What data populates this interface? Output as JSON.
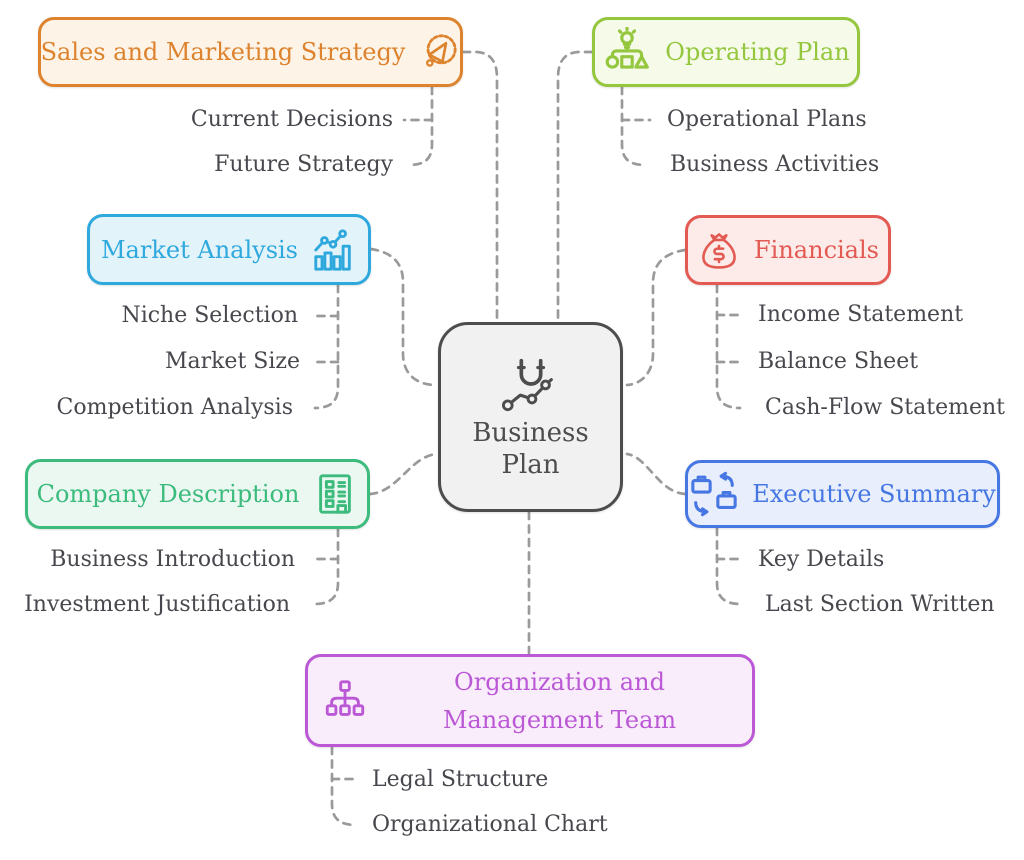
{
  "diagram": {
    "connector_color": "#9a9a9a",
    "leaf_text_color": "#47474d",
    "center": {
      "label_line1": "Business",
      "label_line2": "Plan",
      "icon": "magnet-trend-icon",
      "color": "#4d4d4d",
      "bg": "#f1f1f1"
    },
    "branches": [
      {
        "label": "Sales and Marketing Strategy",
        "icon": "megaphone-burst-icon",
        "color": "#dd832e",
        "bg": "#fdf3e7",
        "children": [
          "Current Decisions",
          "Future Strategy"
        ]
      },
      {
        "label": "Operating Plan",
        "icon": "idea-prototype-icon",
        "color": "#94c73e",
        "bg": "#f6fae9",
        "children": [
          "Operational Plans",
          "Business Activities"
        ]
      },
      {
        "label": "Market Analysis",
        "icon": "bar-chart-trend-icon",
        "color": "#2fa9dd",
        "bg": "#e2f3fa",
        "children": [
          "Niche Selection",
          "Market Size",
          "Competition Analysis"
        ]
      },
      {
        "label": "Financials",
        "icon": "money-bag-icon",
        "color": "#e25a52",
        "bg": "#fcebe9",
        "children": [
          "Income Statement",
          "Balance Sheet",
          "Cash-Flow Statement"
        ]
      },
      {
        "label": "Company Description",
        "icon": "office-building-icon",
        "color": "#3cbb7d",
        "bg": "#eaf8f1",
        "children": [
          "Business Introduction",
          "Investment Justification"
        ]
      },
      {
        "label": "Executive Summary",
        "icon": "briefcase-swap-icon",
        "color": "#4677e2",
        "bg": "#e8eefb",
        "children": [
          "Key Details",
          "Last Section Written"
        ]
      },
      {
        "label": "Organization and Management Team",
        "icon": "org-chart-icon",
        "color": "#bb58d6",
        "bg": "#f9edfb",
        "children": [
          "Legal Structure",
          "Organizational Chart"
        ]
      }
    ]
  }
}
